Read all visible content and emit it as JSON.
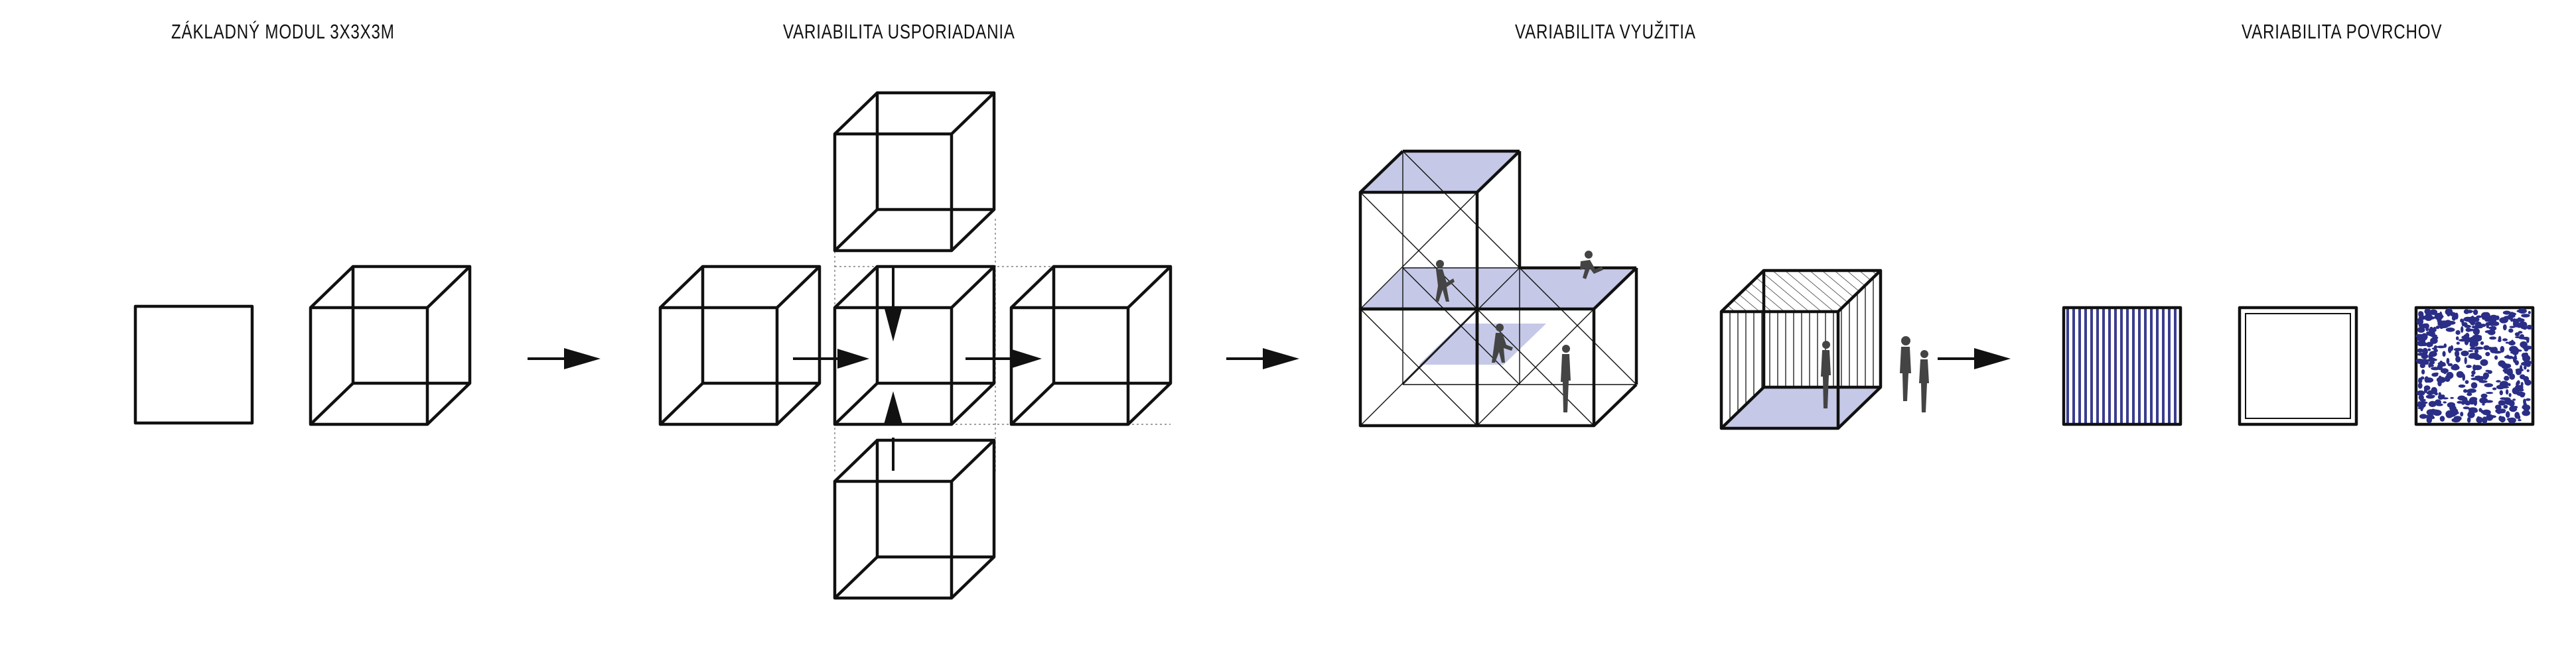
{
  "sections": [
    {
      "key": "module",
      "title": "ZÁKLADNÝ MODUL 3X3X3M"
    },
    {
      "key": "arrangement",
      "title": "VARIABILITA USPORIADANIA"
    },
    {
      "key": "usage",
      "title": "VARIABILITA VYUŽITIA"
    },
    {
      "key": "surfaces",
      "title": "VARIABILITA POVRCHOV"
    }
  ],
  "colors": {
    "line": "#111111",
    "accent_fill": "#c5c8e6",
    "stripe": "#3a3d8f",
    "texture": "#2a2e86",
    "figure": "#444444"
  },
  "icons": [
    "arrow-right-icon",
    "arrow-down-icon",
    "arrow-up-icon",
    "person-icon"
  ]
}
